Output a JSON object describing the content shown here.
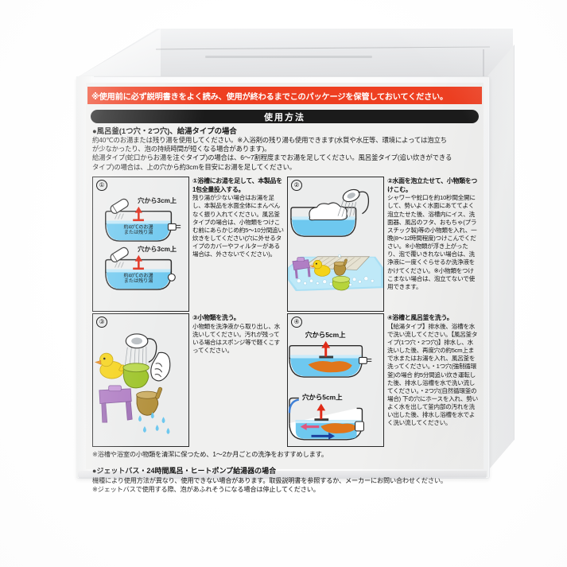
{
  "product_box": {
    "warning_banner": "※使用前に必ず説明書きをよく読み、使用が終わるまでこのパッケージを保管しておいてください。",
    "section_title": "使用方法",
    "intro": {
      "heading": "●風呂釜(1つ穴・2つ穴)、給湯タイプの場合",
      "line1": "約40℃のお湯または残り湯を使用してください。※入浴剤の残り湯も使用できます(水質や水圧等、環境によっては泡立ち",
      "line2": "が少なかったり、泡の持続時間が短くなる場合があります)。",
      "line3": "給湯タイプ(蛇口からお湯を注ぐタイプ)の場合は、6〜7割程度までお湯を足してください。風呂釜タイプ(追い炊きができる",
      "line4": "タイプ)の場合は、上の穴から約3cmを目安にお湯を足してください。"
    },
    "steps": [
      {
        "number": "①",
        "heading": "①浴槽にお湯を足して、本製品を1包全量投入する。",
        "body": "残り湯が少ない場合はお湯を足し、本製品を水面全体にまんべんなく振り入れてください。風呂釜タイプの場合は、小物類をつけこむ前にあらかじめ約5〜10分間追い炊きをしてください(穴に外せるタイプのカバーやフィルターがある場合は、外さないでください)。",
        "figure_labels": {
          "top_arrow": "穴から3cm上",
          "water_label_line1": "約40℃のお湯",
          "water_label_line2": "または残り湯",
          "bottom_arrow": "穴から3cm上",
          "water_label2_line1": "約40℃のお湯",
          "water_label2_line2": "または残り湯"
        }
      },
      {
        "number": "②",
        "heading": "②水面を泡立たせて、小物類をつけこむ。",
        "body": "シャワーや蛇口を約10秒間全開にして、勢いよく水面にあててよく泡立たせた後、浴槽内にイス、洗面器、風呂のフタ、おもちゃ(プラスチック製)等の小物類を入れ、一晩(8〜12時間程度)つけこんでください。※小物類が浮き上がったり、泡で覆いきれない場合は、洗浄液に一度くぐらせるか洗浄液をかけてください。※小物類をつけこまない場合は、泡立てないで使用できます。"
      },
      {
        "number": "③",
        "heading": "③小物類を洗う。",
        "body": "小物類を洗浄液から取り出し、水洗いしてください。汚れが残っている場合はスポンジ等で軽くこすってください。"
      },
      {
        "number": "④",
        "heading": "④浴槽と風呂釜を洗う。",
        "body": "【給湯タイプ】排水後、浴槽を水で洗い流してください。【風呂釜タイプ(1つ穴・2つ穴)】排水し、水洗いした後、再度穴の約5cm上まで水またはお湯を入れ、風呂釜を洗ってください。・1つ穴(強制循環釜)の場合 約5分間追い炊き運転した後、排水し浴槽を水で洗い流してください。・2つ穴(自然循環釜の場合) 下の穴にホースを入れ、勢いよく水を出して釜内部の汚れを洗い出した後、排水し浴槽を水でよく洗い流してください。",
        "figure_labels": {
          "top_arrow": "穴から5cm上",
          "bottom_arrow": "穴から5cm上"
        }
      }
    ],
    "footnote": "※浴槽や浴室の小物類を清潔に保つため、1〜2か月ごとの洗浄をおすすめします。",
    "bottom_section": {
      "heading": "●ジェットバス・24時間風呂・ヒートポンプ給湯器の場合",
      "line1": "機種により使用方法が異なり、使用できない場合があります。取扱説明書を参照するか、メーカーにお問い合わせください。",
      "line2": "※ジェットバスで使用する際、泡があふれそうになる場合は停止してください。"
    }
  },
  "colors": {
    "warning_red": "#ee3f21",
    "section_black": "#1b1b1b",
    "water_blue": "#59c0ea",
    "arrow_red": "#e02b18",
    "dirt_orange": "#e0761b",
    "duck_yellow": "#f5d31a",
    "stool_purple": "#b07ec4",
    "basin_green": "#9ec42a",
    "scoop_brown": "#9a7b37",
    "box_white": "#fbfbfc"
  }
}
